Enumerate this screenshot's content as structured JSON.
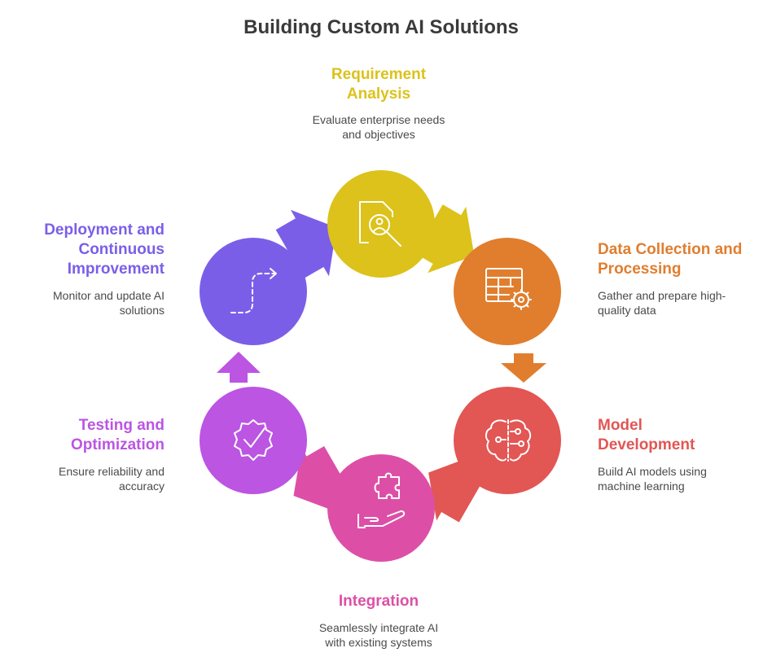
{
  "title": "Building Custom AI Solutions",
  "colors": {
    "requirement": "#DCC21A",
    "data": "#E07E2E",
    "model": "#E25654",
    "integration": "#DD4FA6",
    "testing": "#BB55E2",
    "deployment": "#7B5EE8"
  },
  "stages": [
    {
      "id": "requirement",
      "title_line1": "Requirement",
      "title_line2": "Analysis",
      "desc_line1": "Evaluate enterprise needs",
      "desc_line2": "and objectives",
      "icon": "document-search-icon"
    },
    {
      "id": "data",
      "title_line1": "Data Collection and",
      "title_line2": "Processing",
      "desc_line1": "Gather and prepare high-",
      "desc_line2": "quality data",
      "icon": "table-gear-icon"
    },
    {
      "id": "model",
      "title_line1": "Model",
      "title_line2": "Development",
      "desc_line1": "Build AI models using",
      "desc_line2": "machine learning",
      "icon": "brain-circuit-icon"
    },
    {
      "id": "integration",
      "title_line1": "Integration",
      "desc_line1": "Seamlessly integrate AI",
      "desc_line2": "with existing systems",
      "icon": "puzzle-hand-icon"
    },
    {
      "id": "testing",
      "title_line1": "Testing and",
      "title_line2": "Optimization",
      "desc_line1": "Ensure reliability and",
      "desc_line2": "accuracy",
      "icon": "badge-check-icon"
    },
    {
      "id": "deployment",
      "title_line1": "Deployment and",
      "title_line2": "Continuous",
      "title_line3": "Improvement",
      "desc_line1": "Monitor and update AI",
      "desc_line2": "solutions",
      "icon": "path-arrow-icon"
    }
  ]
}
